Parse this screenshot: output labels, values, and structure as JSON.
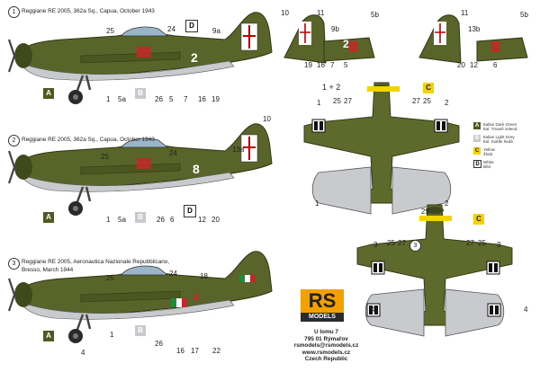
{
  "profiles": [
    {
      "num": "1",
      "caption": "Reggiane RE 2005, 362a Sq., Capua, October 1943"
    },
    {
      "num": "2",
      "caption": "Reggiane RE 2005, 362a Sq., Capua, October 1943"
    },
    {
      "num": "3",
      "caption_line1": "Reggiane RE 2005, Aeronautica Nazionale Repubblicano,",
      "caption_line2": "Bresso, March 1944"
    }
  ],
  "callouts": {
    "p1": [
      "25",
      "24",
      "10",
      "9a",
      "1",
      "5a",
      "26",
      "5",
      "7",
      "16",
      "19"
    ],
    "p2": [
      "25",
      "24",
      "10",
      "13a",
      "1",
      "5a",
      "26",
      "6",
      "12",
      "20"
    ],
    "p3": [
      "25",
      "24",
      "18",
      "1",
      "26",
      "16",
      "17",
      "22",
      "4"
    ],
    "tails": [
      "11",
      "9b",
      "5b",
      "19",
      "16",
      "7",
      "5",
      "11",
      "13b",
      "5b",
      "20",
      "12",
      "6"
    ],
    "plan": [
      "1",
      "25",
      "27",
      "27",
      "25",
      "2",
      "1",
      "2",
      "23",
      "3",
      "25",
      "27",
      "27",
      "25",
      "3",
      "4",
      "4"
    ]
  },
  "badges": {
    "A": "A",
    "B": "B",
    "C": "C",
    "D": "D",
    "top_circle": "1 + 2",
    "third": "3"
  },
  "markings": {
    "code1": "2",
    "code2": "8",
    "code3": "4",
    "tail_white": "2"
  },
  "legend": [
    {
      "letter": "A",
      "line1": "Italian Dark Green",
      "line2": "Ital. Tmavě zelená",
      "color": "#4e5a22"
    },
    {
      "letter": "B",
      "line1": "Italian Light Grey",
      "line2": "Ital. Světle šedá",
      "color": "#c7c9cc"
    },
    {
      "letter": "C",
      "line1": "Yellow",
      "line2": "Žlutá",
      "color": "#f3d300"
    },
    {
      "letter": "D",
      "line1": "White",
      "line2": "Bílá",
      "color": "#ffffff"
    }
  ],
  "logo": {
    "text": "RS",
    "sub": "MODELS"
  },
  "address": [
    "U lomu 7",
    "795 01 Rýmařov",
    "rsmodels@rsmodels.cz",
    "www.rsmodels.cz",
    "Czech Republic"
  ],
  "colors": {
    "green": "#58642a",
    "dark_green": "#3f4a1c",
    "grey": "#c8cacd",
    "red": "#c62828",
    "yellow": "#f3d300"
  }
}
